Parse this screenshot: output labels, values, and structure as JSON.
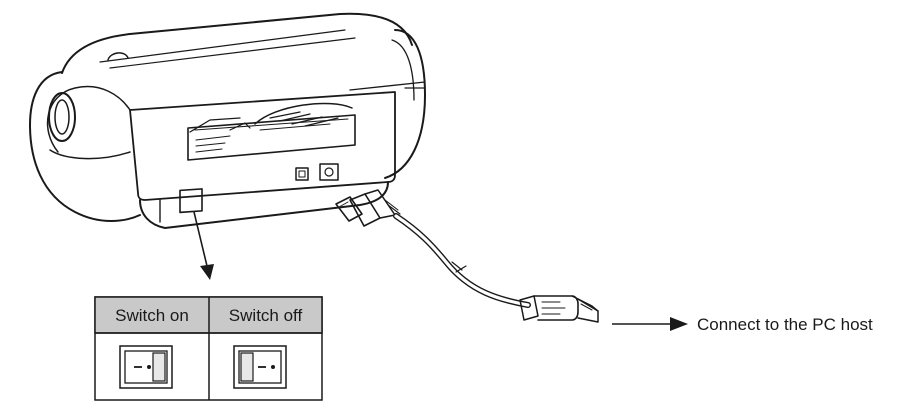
{
  "switch_table": {
    "headers": [
      "Switch on",
      "Switch off"
    ],
    "states": [
      {
        "position": "on",
        "symbols": [
          "—",
          "o"
        ]
      },
      {
        "position": "off",
        "symbols": [
          "—",
          "o"
        ]
      }
    ]
  },
  "connection": {
    "label": "Connect to the PC host"
  },
  "colors": {
    "line": "#1a1a1a",
    "header_fill": "#c9c9c9",
    "switch_shade": "#e8e8e8"
  }
}
